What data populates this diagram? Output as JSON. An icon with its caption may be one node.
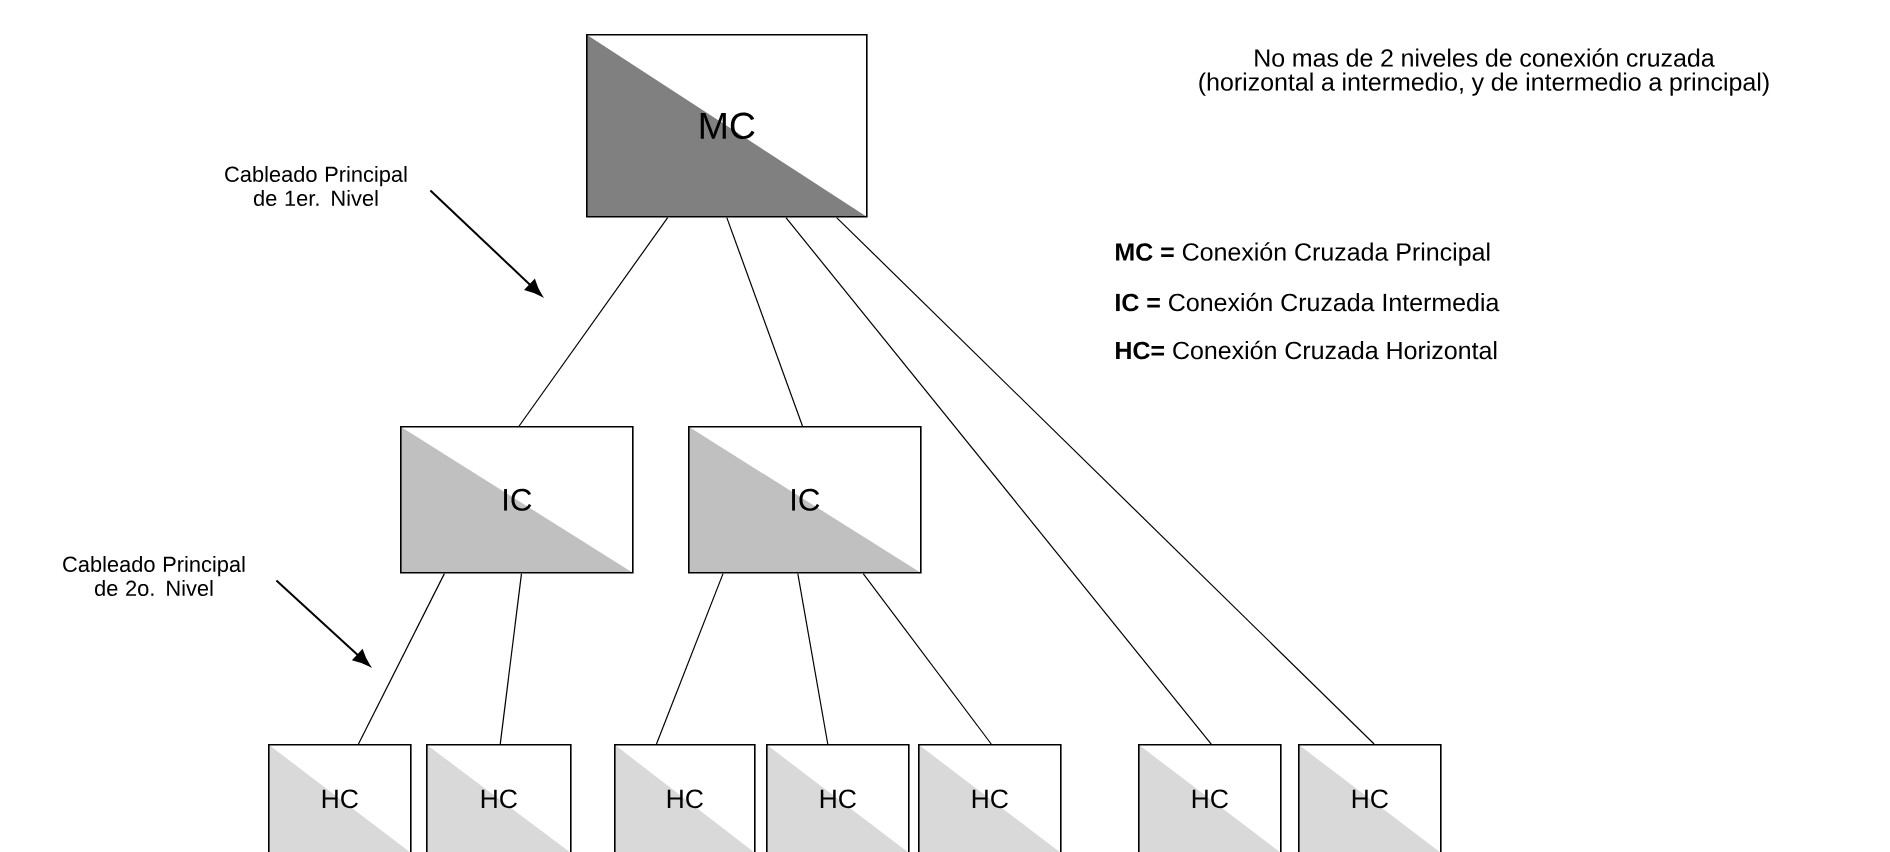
{
  "diagram": {
    "title": "No mas de 2 niveles de conexión cruzada (horizontal a intermedio, y de intermedio a principal)",
    "nodes": [
      {
        "text": [
          "MC"
        ]
      },
      {
        "text": [
          "Cableado Principal de 1er. Nivel"
        ]
      },
      {
        "text": [
          "IC"
        ]
      },
      {
        "text": [
          "IC"
        ]
      },
      {
        "text": [
          "Cableado Principal de 2o. Nivel"
        ]
      },
      {
        "text": [
          "HC"
        ]
      },
      {
        "text": [
          "HC"
        ]
      },
      {
        "text": [
          "HC"
        ]
      },
      {
        "text": [
          "HC"
        ]
      },
      {
        "text": [
          "HC"
        ]
      },
      {
        "text": [
          "HC"
        ]
      },
      {
        "text": [
          "HC"
        ]
      }
    ],
    "edges": [
      {
        "from": 0,
        "to": 2,
        "arrow": "none"
      },
      {
        "from": 0,
        "to": 3,
        "arrow": "none"
      },
      {
        "from": 0,
        "to": 10,
        "arrow": "none"
      },
      {
        "from": 0,
        "to": 11,
        "arrow": "none"
      },
      {
        "from": 2,
        "to": 5,
        "arrow": "none"
      },
      {
        "from": 2,
        "to": 6,
        "arrow": "none"
      },
      {
        "from": 3,
        "to": 7,
        "arrow": "none"
      },
      {
        "from": 3,
        "to": 8,
        "arrow": "none"
      },
      {
        "from": 3,
        "to": 9,
        "arrow": "none"
      },
      {
        "from": 1,
        "to": null,
        "arrow": "to"
      },
      {
        "from": 4,
        "to": null,
        "arrow": "to"
      }
    ],
    "labels": [
      "**MC =** Conexión Cruzada Principal",
      "**IC =** Conexión Cruzada Intermedia",
      "**HC=** Conexión Cruzada Horizontal"
    ]
  }
}
